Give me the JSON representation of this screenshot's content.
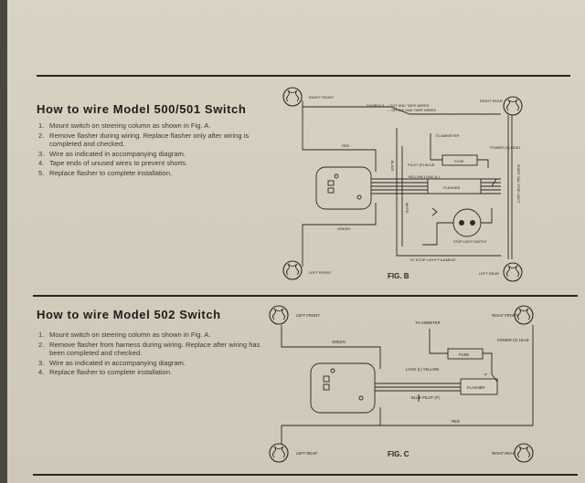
{
  "section1": {
    "title": "How to wire Model 500/501 Switch",
    "steps": [
      {
        "n": "1.",
        "text": "Mount switch on steering column as shown in Fig. A."
      },
      {
        "n": "2.",
        "text": "Remove flasher during wiring. Replace flasher only after wiring is completed and checked."
      },
      {
        "n": "3.",
        "text": "Wire as indicated in accompanying diagram."
      },
      {
        "n": "4.",
        "text": "Tape ends of unused wires to prevent shorts."
      },
      {
        "n": "5.",
        "text": "Replace flasher to complete installation."
      }
    ]
  },
  "section2": {
    "title": "How to wire Model 502 Switch",
    "steps": [
      {
        "n": "1.",
        "text": "Mount switch on steering column as shown in Fig. A."
      },
      {
        "n": "2.",
        "text": "Remove flasher from harness during wiring. Replace after wiring has been completed and checked."
      },
      {
        "n": "3.",
        "text": "Wire as indicated in accompanying diagram."
      },
      {
        "n": "4.",
        "text": "Replace flasher to complete installation."
      }
    ]
  },
  "figB": {
    "caption": "FIG. B",
    "right_front": "RIGHT FRONT",
    "right_rear": "RIGHT REAR",
    "left_front": "LEFT FRONT",
    "left_rear": "LEFT REAR",
    "symbols_line1": "SYMBOLS → CUT AND TAPE WIRES",
    "symbols_line2": "→ SPLICE AND TAPE WIRES",
    "red": "RED",
    "green": "GREEN",
    "black": "BLACK",
    "white": "WHITE",
    "to_ammeter": "TO AMMETER",
    "fuse": "FUSE",
    "power_lead": "POWER (X) LEAD",
    "pilot_blue": "PILOT (P) BLUE",
    "yellow_load": "YELLOW LOAD (L)",
    "flasher": "FLASHER",
    "stop_light_switch": "STOP LIGHT SWITCH",
    "to_stop_light_filament": "TO STOP LIGHT FILAMENT",
    "side_label": "SHEET TAIL STOP LIGHT"
  },
  "figC": {
    "caption": "FIG. C",
    "left_front": "LEFT FRONT",
    "right_front": "RIGHT FRONT",
    "left_rear": "LEFT REAR",
    "right_rear": "RIGHT REAR",
    "green": "GREEN",
    "red": "RED",
    "to_ammeter": "TO AMMETER",
    "fuse": "FUSE",
    "power_lead": "POWER (X) LEAD",
    "load_yellow": "LOAD (L) YELLOW",
    "flasher": "FLASHER",
    "blue_pilot": "BLUE PILOT (P)",
    "power_p": "P"
  }
}
